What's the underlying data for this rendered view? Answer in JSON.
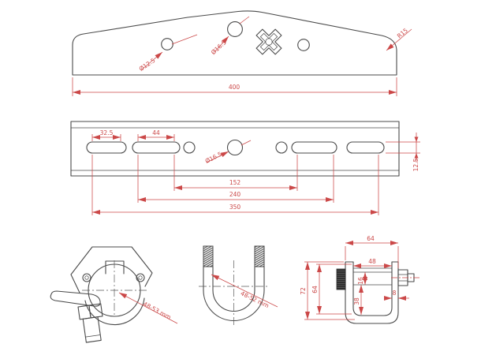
{
  "drawing": {
    "top_view": {
      "overall_width": "400",
      "small_hole_dia": "Ø12.5",
      "large_hole_dia": "Ø16.5",
      "corner_radius": "R15"
    },
    "side_view": {
      "slot1_length": "32.5",
      "slot2_length": "44",
      "center_hole_dia": "Ø16.5",
      "span_inner": "152",
      "span_mid": "240",
      "span_outer": "350",
      "slot_height": "12.5"
    },
    "coupler_view": {
      "clamp_range": "48-53 mm"
    },
    "ubolt_view": {
      "clamp_range": "48-52 mm"
    },
    "bracket_view": {
      "outer_width": "64",
      "inner_width": "48",
      "upper_gap": "16",
      "lower_depth": "38",
      "wall_thickness": "8",
      "overall_height": "72",
      "inner_height": "64"
    },
    "colors": {
      "line": "#4a4a4a",
      "dimension": "#cb4848"
    }
  }
}
